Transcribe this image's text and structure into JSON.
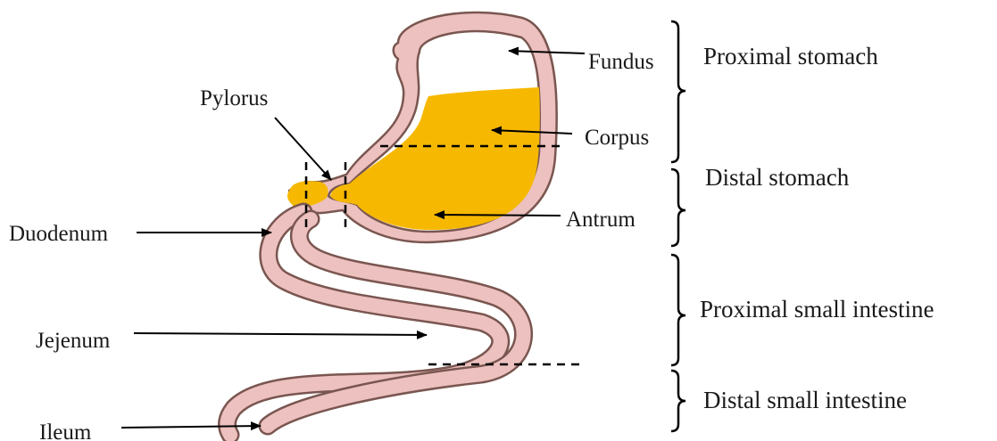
{
  "colors": {
    "wall_fill": "#ecc1bf",
    "wall_outline": "#7a5650",
    "contents": "#f6b800",
    "text": "#1a1a1a"
  },
  "labels": {
    "fundus": "Fundus",
    "corpus": "Corpus",
    "antrum": "Antrum",
    "pylorus": "Pylorus",
    "duodenum": "Duodenum",
    "jejenum": "Jejenum",
    "ileum": "Ileum"
  },
  "regions": {
    "proximal_stomach": "Proximal stomach",
    "distal_stomach": "Distal stomach",
    "proximal_small_intestine": "Proximal small intestine",
    "distal_small_intestine": "Distal small intestine"
  }
}
